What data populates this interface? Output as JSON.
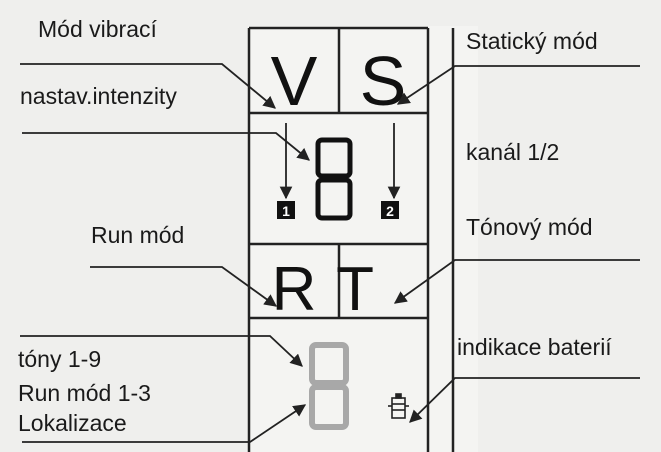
{
  "labels": {
    "vibration_mode": "Mód vibrací",
    "intensity_setting": "nastav.intenzity",
    "static_mode": "Statický mód",
    "channel": "kanál 1/2",
    "run_mode": "Run mód",
    "tone_mode": "Tónový mód",
    "battery": "indikace baterií",
    "tones": "tóny 1-9",
    "run_mode_range": "Run mód 1-3",
    "localization": "Lokalizace"
  },
  "display": {
    "v": "V",
    "s": "S",
    "r": "R",
    "t": "T",
    "channel_1": "1",
    "channel_2": "2"
  },
  "colors": {
    "text": "#1a1a1a",
    "line": "#222222",
    "segment_active": "#111111",
    "segment_dim": "#a8a8a8",
    "background": "#efefed"
  },
  "icons": {
    "digit_top": "seven-segment-8",
    "digit_bottom": "seven-segment-8-dim",
    "battery": "battery-icon"
  }
}
